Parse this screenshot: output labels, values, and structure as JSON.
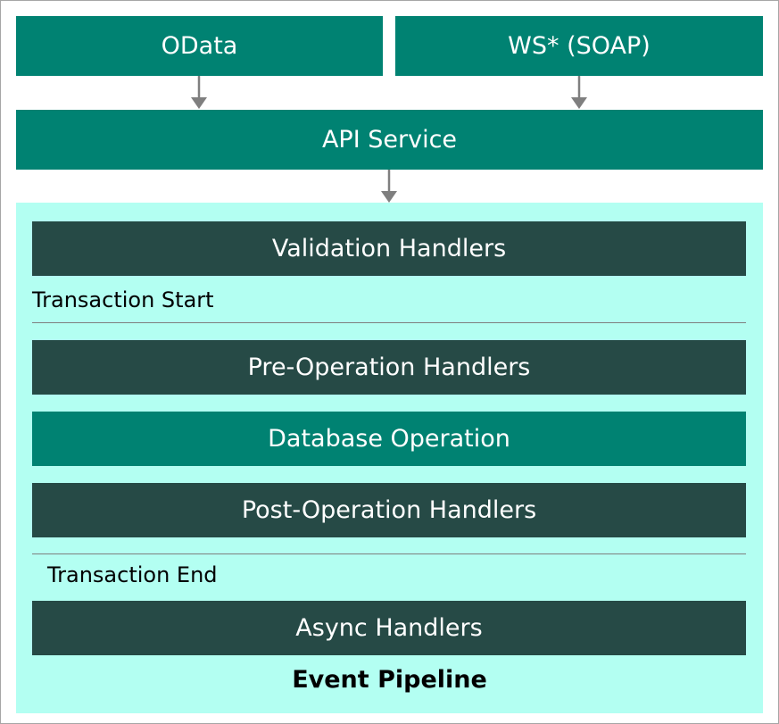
{
  "colors": {
    "teal": "#008272",
    "dark": "#264a46",
    "pipeline_bg": "#b3fff2",
    "arrow": "#7f7f7f"
  },
  "protocols": {
    "odata": "OData",
    "soap": "WS* (SOAP)"
  },
  "api_service": "API Service",
  "pipeline": {
    "title": "Event Pipeline",
    "validation": "Validation Handlers",
    "transaction_start": "Transaction Start",
    "pre_operation": "Pre-Operation Handlers",
    "database_operation": "Database Operation",
    "post_operation": "Post-Operation Handlers",
    "transaction_end": "Transaction End",
    "async": "Async Handlers"
  }
}
